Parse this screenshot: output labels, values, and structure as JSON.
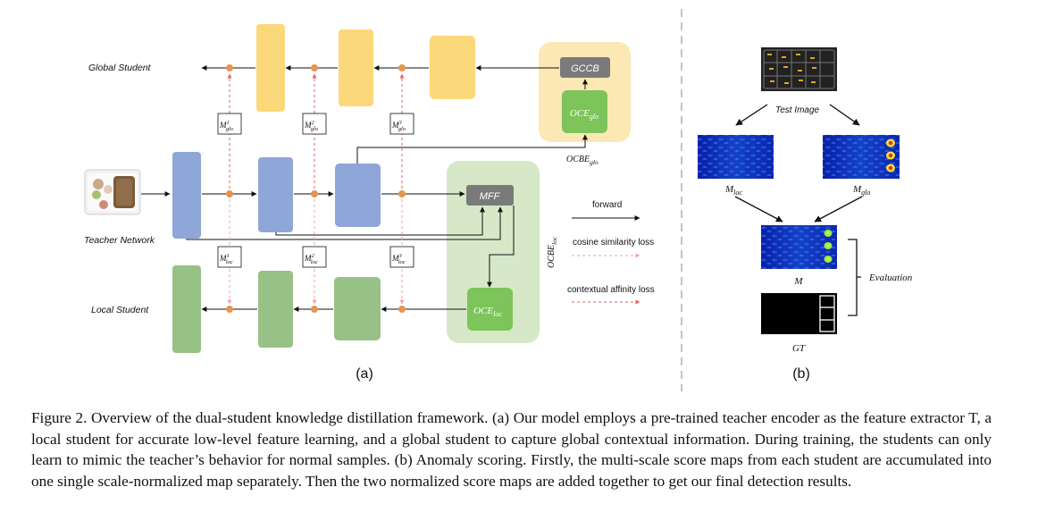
{
  "part_a": {
    "panel_label": "(a)",
    "global_student_label": "Global Student",
    "teacher_network_label": "Teacher Network",
    "local_student_label": "Local Student",
    "gccb_label": "GCCB",
    "oce_glo": {
      "base": "OCE",
      "sub": "glo"
    },
    "ocbe_glo": {
      "base": "OCBE",
      "sub": "glo"
    },
    "mff_label": "MFF",
    "oce_loc": {
      "base": "OCE",
      "sub": "loc"
    },
    "ocbe_loc": {
      "base": "OCBE",
      "sub": "loc"
    },
    "mglo_boxes": [
      {
        "base": "M",
        "sup": "1",
        "sub": "glo"
      },
      {
        "base": "M",
        "sup": "2",
        "sub": "glo"
      },
      {
        "base": "M",
        "sup": "3",
        "sub": "glo"
      }
    ],
    "mloc_boxes": [
      {
        "base": "M",
        "sup": "1",
        "sub": "loc"
      },
      {
        "base": "M",
        "sup": "2",
        "sub": "loc"
      },
      {
        "base": "M",
        "sup": "3",
        "sub": "loc"
      }
    ]
  },
  "legend": {
    "forward": "forward",
    "cosine": "cosine similarity loss",
    "contextual": "contextual affinity loss"
  },
  "part_b": {
    "panel_label": "(b)",
    "test_image_label": "Test Image",
    "m_loc": {
      "base": "M",
      "sub": "loc"
    },
    "m_glo": {
      "base": "M",
      "sub": "glo"
    },
    "m_label": "M",
    "gt_label": "GT",
    "evaluation_label": "Evaluation"
  },
  "colors": {
    "yellow_block": "#fbd87a",
    "blue_block": "#8fa6d8",
    "green_block": "#98c187",
    "gccb_fill": "#7a7a7a",
    "oce_green": "#7dc45a",
    "yellow_bg": "#fbe8b4",
    "green_bg": "#d6e8c8",
    "junction": "#e8944f",
    "loss_red": "#e36464"
  },
  "caption": "Figure 2. Overview of the dual-student knowledge distillation framework. (a) Our model employs a pre-trained teacher encoder as the feature extractor T, a local student for accurate low-level feature learning, and a global student to capture global contextual information. During training, the students can only learn to mimic the teacher’s behavior for normal samples. (b) Anomaly scoring. Firstly, the multi-scale score maps from each student are accumulated into one single scale-normalized map separately. Then the two normalized score maps are added together to get our final detection results."
}
